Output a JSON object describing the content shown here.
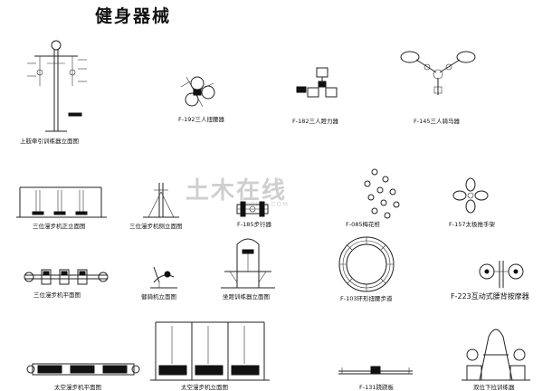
{
  "title": "健身器械",
  "captions": {
    "pull_trainer_elevation": "上肢牵引训练器立面图",
    "f192a": "F-192三人扭腰器",
    "f182": "F-182三人蹬力器",
    "f145": "F-145三人骑马器",
    "walker_front": "三位漫步机正立面图",
    "walker_side": "三位漫步机侧立面图",
    "f185": "F-185步行器",
    "f085": "F-085梅花桩",
    "f157": "F-157太极推手架",
    "walker_plan": "三位漫步机平面图",
    "leg_press": "健骑机立面图",
    "sit_pull": "坐蹬训练器立面图",
    "f103": "F-103环形扭腰步道",
    "f223": "F-223互动式腰背按摩器",
    "space_walker_plan": "太空漫步机平面图",
    "space_walker_elev": "太空漫步机立面图",
    "f131": "F-131跷跷板",
    "double_pull": "双位下拉训练器"
  },
  "watermark": {
    "text": "土木在线",
    "sub": "COI88.COM"
  }
}
